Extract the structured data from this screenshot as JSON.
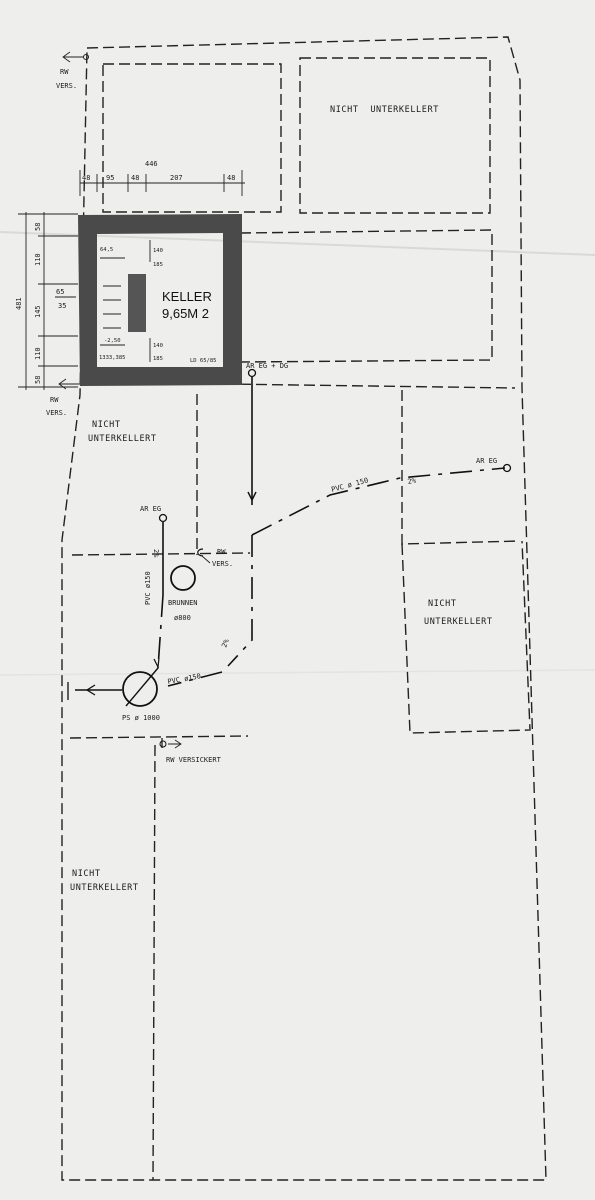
{
  "labels": {
    "rw_vers_top_1": "RW",
    "rw_vers_top_2": "VERS.",
    "nicht_unterkellert_top_1": "NICHT",
    "nicht_unterkellert_top_2": "UNTERKELLERT",
    "keller_title": "KELLER",
    "keller_area": "9,65M 2",
    "rw_vers_left_1": "RW",
    "rw_vers_left_2": "VERS.",
    "nicht_unterkellert_left_1": "NICHT",
    "nicht_unterkellert_left_2": "UNTERKELLERT",
    "ar_eg_dg": "AR EG + DG",
    "ar_eg_right": "AR EG",
    "pvc_150": "PVC ø 150",
    "slope_2_right": "2%",
    "ar_eg_left": "AR EG",
    "slope_2_left": "2%",
    "rw_vers_mid_1": "RW",
    "rw_vers_mid_2": "VERS.",
    "brunnen_1": "BRUNNEN",
    "brunnen_2": "ø800",
    "pvc_150_vertical": "PVC ø150",
    "slope_2_lower": "2%",
    "nicht_unterkellert_right_1": "NICHT",
    "nicht_unterkellert_right_2": "UNTERKELLERT",
    "pvc_150_lower": "PVC ø150",
    "ps_1000": "PS ø 1000",
    "rw_versickert": "RW VERSICKERT",
    "nicht_unterkellert_bottom_1": "NICHT",
    "nicht_unterkellert_bottom_2": "UNTERKELLERT"
  },
  "dimensions": {
    "top_total": "446",
    "top_segments": [
      "48",
      "95",
      "48",
      "207",
      "48"
    ],
    "left_total": "481",
    "left_segments": [
      "58",
      "110",
      "145",
      "110",
      "58"
    ],
    "left_inner_1": "65",
    "left_inner_2": "35",
    "inner_top_1": "64,5",
    "inner_top_2": "140",
    "inner_top_3": "185",
    "inner_mid_1": "-2,50",
    "inner_bottom_1": "140",
    "inner_bottom_2": "185",
    "inner_bottom_3": "LD 65/85",
    "inner_bottom_left": "1333,385"
  }
}
